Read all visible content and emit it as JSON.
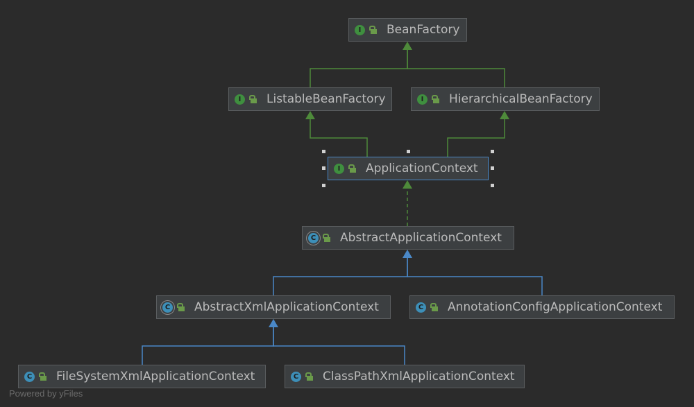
{
  "colors": {
    "interface_edge": "#4e8a3a",
    "class_edge": "#4a88c7",
    "interface_icon": "#3f8f3f",
    "class_icon": "#3d8fb8"
  },
  "nodes": {
    "bean_factory": {
      "label": "BeanFactory",
      "kind": "interface",
      "kind_letter": "I",
      "icon": "interface-icon"
    },
    "listable_bean_factory": {
      "label": "ListableBeanFactory",
      "kind": "interface",
      "kind_letter": "I",
      "icon": "interface-icon"
    },
    "hierarchical_bean_factory": {
      "label": "HierarchicalBeanFactory",
      "kind": "interface",
      "kind_letter": "I",
      "icon": "interface-icon"
    },
    "application_context": {
      "label": "ApplicationContext",
      "kind": "interface",
      "kind_letter": "I",
      "icon": "interface-icon",
      "selected": true
    },
    "abstract_application_context": {
      "label": "AbstractApplicationContext",
      "kind": "abstract-class",
      "kind_letter": "C",
      "icon": "abstract-class-icon"
    },
    "abstract_xml_application_context": {
      "label": "AbstractXmlApplicationContext",
      "kind": "abstract-class",
      "kind_letter": "C",
      "icon": "abstract-class-icon"
    },
    "annotation_config_application_context": {
      "label": "AnnotationConfigApplicationContext",
      "kind": "class",
      "kind_letter": "C",
      "icon": "class-icon"
    },
    "file_system_xml_application_context": {
      "label": "FileSystemXmlApplicationContext",
      "kind": "class",
      "kind_letter": "C",
      "icon": "class-icon"
    },
    "class_path_xml_application_context": {
      "label": "ClassPathXmlApplicationContext",
      "kind": "class",
      "kind_letter": "C",
      "icon": "class-icon"
    }
  },
  "edges": [
    {
      "from": "listable_bean_factory",
      "to": "bean_factory",
      "type": "extends-interface"
    },
    {
      "from": "hierarchical_bean_factory",
      "to": "bean_factory",
      "type": "extends-interface"
    },
    {
      "from": "application_context",
      "to": "listable_bean_factory",
      "type": "extends-interface"
    },
    {
      "from": "application_context",
      "to": "hierarchical_bean_factory",
      "type": "extends-interface"
    },
    {
      "from": "abstract_application_context",
      "to": "application_context",
      "type": "implements"
    },
    {
      "from": "abstract_xml_application_context",
      "to": "abstract_application_context",
      "type": "extends-class"
    },
    {
      "from": "annotation_config_application_context",
      "to": "abstract_application_context",
      "type": "extends-class"
    },
    {
      "from": "file_system_xml_application_context",
      "to": "abstract_xml_application_context",
      "type": "extends-class"
    },
    {
      "from": "class_path_xml_application_context",
      "to": "abstract_xml_application_context",
      "type": "extends-class"
    }
  ],
  "watermark": "Powered by yFiles"
}
